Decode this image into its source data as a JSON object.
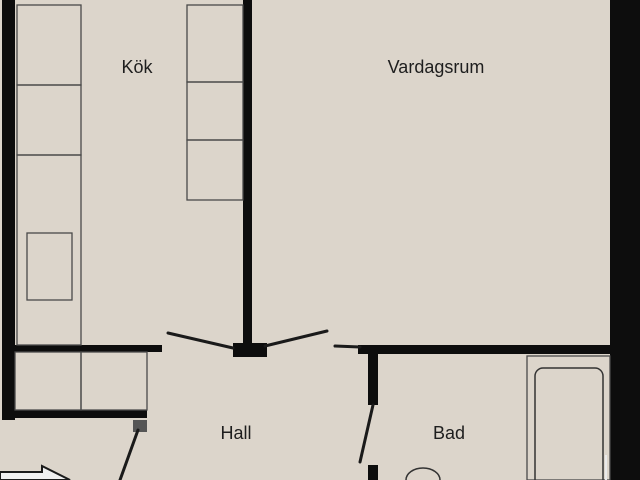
{
  "rooms": {
    "kitchen": "Kök",
    "living_room": "Vardagsrum",
    "hall": "Hall",
    "bathroom": "Bad"
  },
  "colors": {
    "floor": "#dcd5cb",
    "wall": "#0d0d0d",
    "outline": "#4a4a4a",
    "outside": "#e4e2df"
  }
}
